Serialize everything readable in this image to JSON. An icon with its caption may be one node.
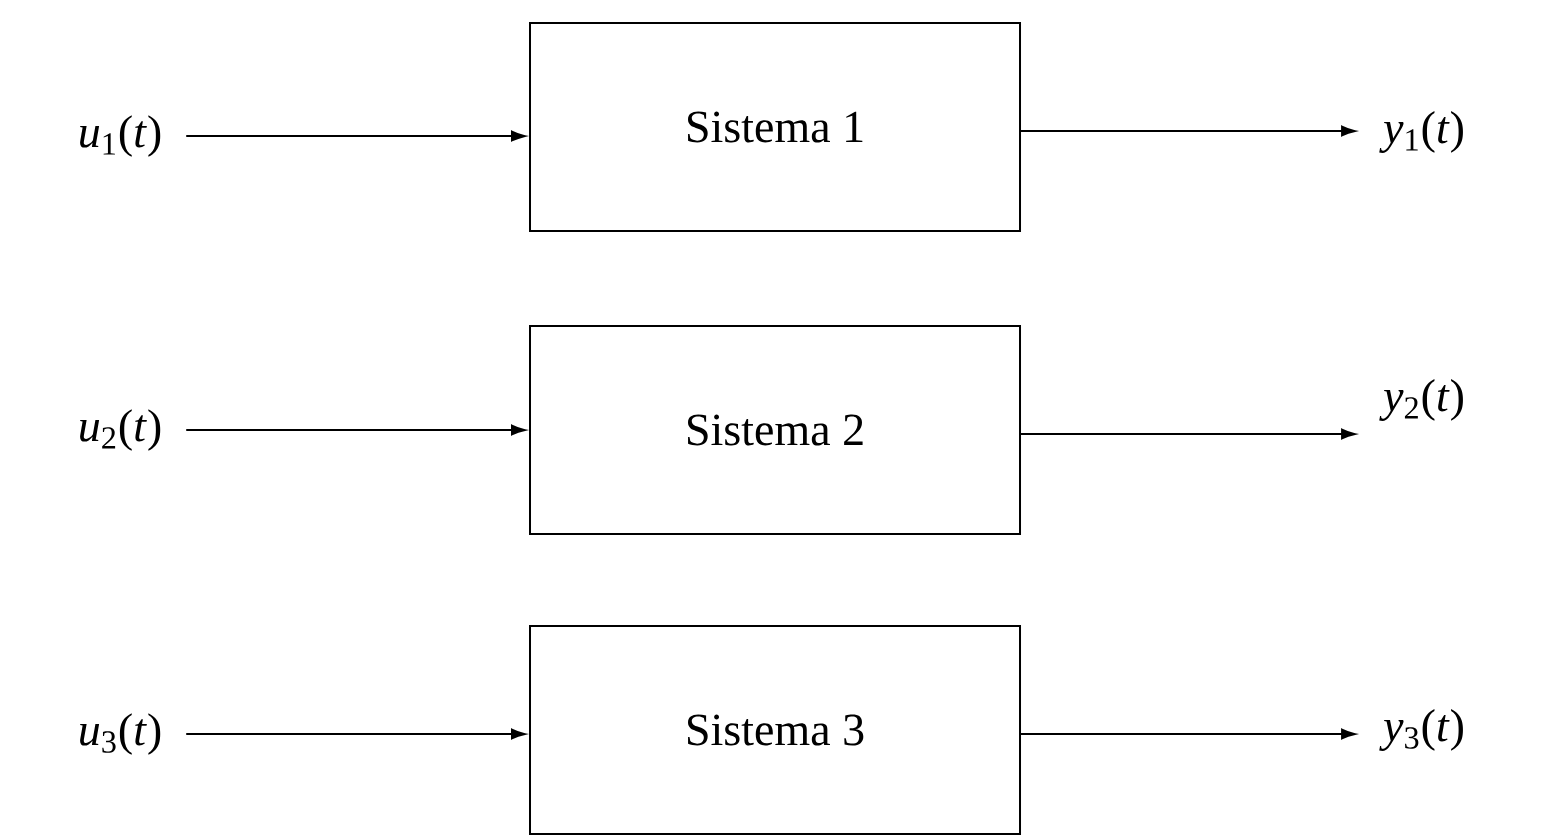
{
  "diagram": {
    "nodes": [
      {
        "text": [
          "*u*$_{1}$(*t*)"
        ]
      },
      {
        "text": [
          "Sistema 1"
        ]
      },
      {
        "text": [
          "*y*$_{1}$(*t*)"
        ]
      },
      {
        "text": [
          "*u*$_{2}$(*t*)"
        ]
      },
      {
        "text": [
          "Sistema 2"
        ]
      },
      {
        "text": [
          "*y*$_{2}$(*t*)"
        ]
      },
      {
        "text": [
          "*u*$_{3}$(*t*)"
        ]
      },
      {
        "text": [
          "Sistema 3"
        ]
      },
      {
        "text": [
          "*y*$_{3}$(*t*)"
        ]
      }
    ],
    "edges": [
      {
        "from": 0,
        "to": 1,
        "arrow": "to"
      },
      {
        "from": 1,
        "to": 2,
        "arrow": "to"
      },
      {
        "from": 3,
        "to": 4,
        "arrow": "to"
      },
      {
        "from": 4,
        "to": 5,
        "arrow": "to"
      },
      {
        "from": 6,
        "to": 7,
        "arrow": "to"
      },
      {
        "from": 7,
        "to": 8,
        "arrow": "to"
      }
    ]
  }
}
